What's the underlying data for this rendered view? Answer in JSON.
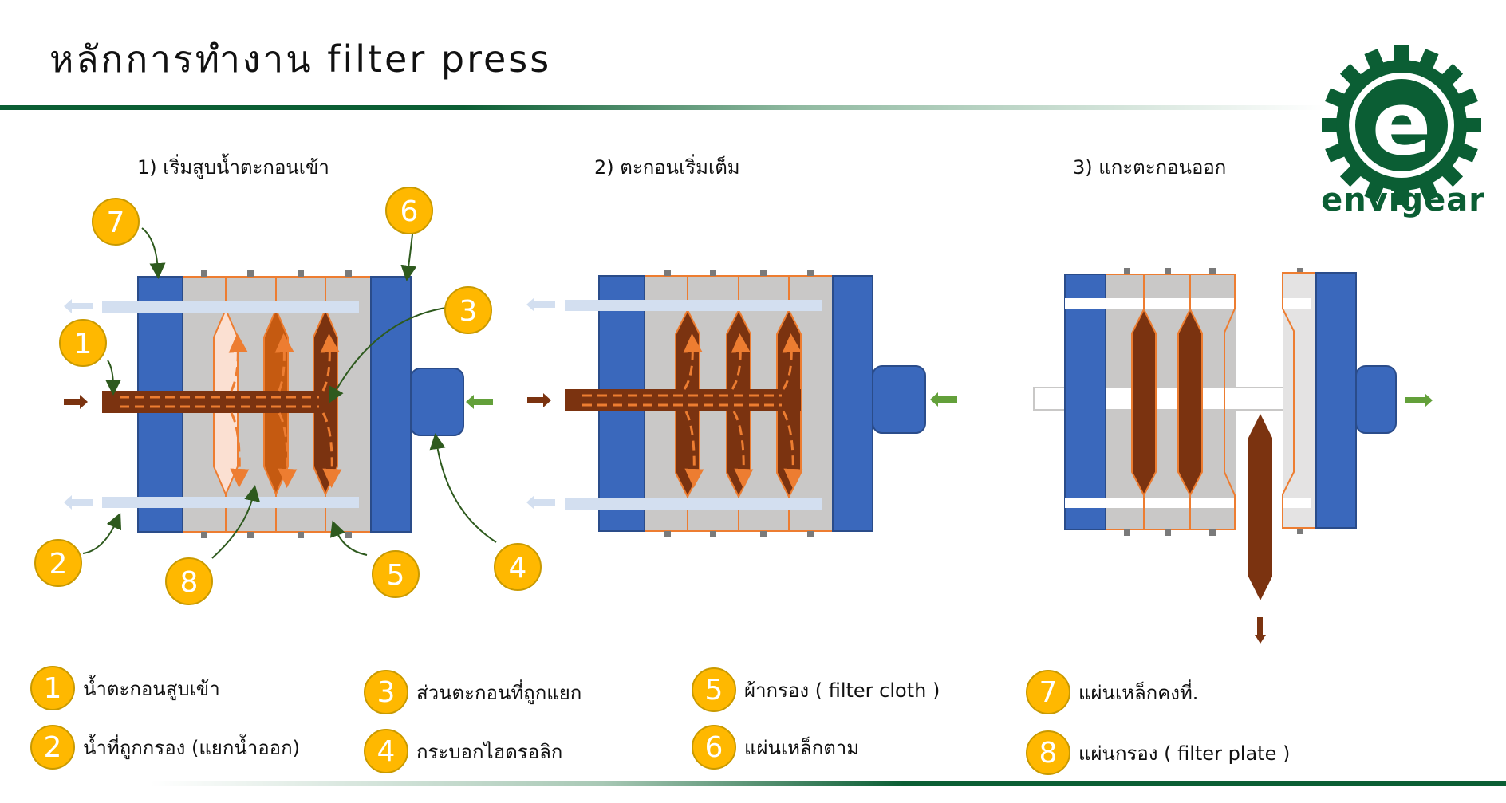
{
  "header": {
    "title": "หลักการทำงาน filter press"
  },
  "logo": {
    "brand_name": "envigear",
    "icon": "gear-e-logo-icon",
    "color": "#0b5e34"
  },
  "steps": [
    {
      "label": "1) เริ่มสูบน้ำตะกอนเข้า"
    },
    {
      "label": "2) ตะกอนเริ่มเต็ม"
    },
    {
      "label": "3) แกะตะกอนออก"
    }
  ],
  "callouts": [
    "1",
    "2",
    "3",
    "4",
    "5",
    "6",
    "7",
    "8"
  ],
  "legend": [
    {
      "number": "1",
      "label": "น้ำตะกอนสูบเข้า"
    },
    {
      "number": "2",
      "label": "น้ำที่ถูกกรอง (แยกน้ำออก)"
    },
    {
      "number": "3",
      "label": "ส่วนตะกอนที่ถูกแยก"
    },
    {
      "number": "4",
      "label": "กระบอกไฮดรอลิก"
    },
    {
      "number": "5",
      "label": "ผ้ากรอง ( filter cloth )"
    },
    {
      "number": "6",
      "label": "แผ่นเหล็กตาม"
    },
    {
      "number": "7",
      "label": "แผ่นเหล็กคงที่."
    },
    {
      "number": "8",
      "label": "แผ่นกรอง ( filter plate )"
    }
  ],
  "colors": {
    "steel_plate": "#3a68bc",
    "steel_border": "#2a4c8a",
    "chamber_gray": "#c9c8c7",
    "filter_orange": "#ed7d31",
    "sludge_dark": "#7b3310",
    "sludge_mid": "#c55a11",
    "sludge_light": "#fbe0d2",
    "filtrate_pipe": "#d3dff0",
    "hydraulic_arrow": "#63a03a",
    "callout_yellow": "#ffb800",
    "leader_green": "#2e5a1e",
    "brand_green": "#0b5e34"
  }
}
